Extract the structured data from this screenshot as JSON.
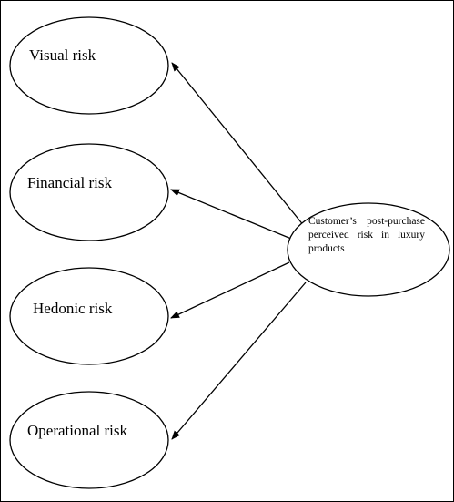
{
  "nodes": [
    {
      "id": "visual",
      "label": "Visual risk"
    },
    {
      "id": "financial",
      "label": "Financial risk"
    },
    {
      "id": "hedonic",
      "label": "Hedonic risk"
    },
    {
      "id": "operational",
      "label": "Operational risk"
    }
  ],
  "center": {
    "label": "Customer’s post-purchase perceived risk in luxury products"
  },
  "edges": [
    {
      "from": "center",
      "to": "visual"
    },
    {
      "from": "center",
      "to": "financial"
    },
    {
      "from": "center",
      "to": "hedonic"
    },
    {
      "from": "center",
      "to": "operational"
    }
  ]
}
